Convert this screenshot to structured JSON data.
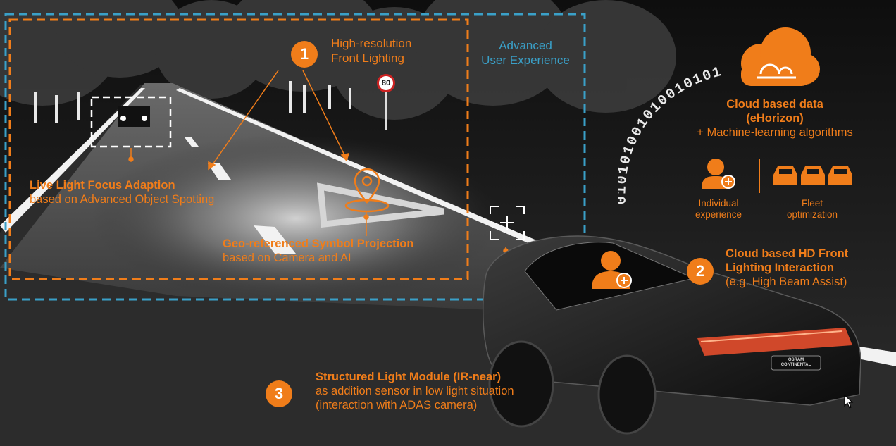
{
  "callout_1": {
    "number": "1",
    "title_line1": "High-resolution",
    "title_line2": "Front Lighting"
  },
  "advanced_ux": {
    "line1": "Advanced",
    "line2": "User Experience"
  },
  "speed_sign": "80",
  "live_light": {
    "title": "Live Light Focus Adaption",
    "subtitle": "based on Advanced Object Spotting"
  },
  "geo_symbol": {
    "title": "Geo-referenced Symbol Projection",
    "subtitle": "based on Camera and AI"
  },
  "cloud": {
    "title_line1": "Cloud based data",
    "title_line2": "(eHorizon)",
    "subtitle": "+ Machine-learning algorithms",
    "binary_stream": "01010100101001010100",
    "individual_line1": "Individual",
    "individual_line2": "experience",
    "fleet_line1": "Fleet",
    "fleet_line2": "optimization"
  },
  "callout_2": {
    "number": "2",
    "title_line1": "Cloud based HD Front",
    "title_line2": "Lighting Interaction",
    "subtitle": "(e.g. High Beam Assist)"
  },
  "callout_3": {
    "number": "3",
    "title": "Structured Light Module (IR-near)",
    "line2": "as addition sensor in low light situation",
    "line3": "(interaction with ADAS camera)"
  },
  "license_plate": {
    "line1": "OSRAM",
    "line2": "CONTINENTAL"
  },
  "colors": {
    "accent": "#f07d1a",
    "blue_frame": "#3aa0c8",
    "background": "#1a1a1a"
  }
}
